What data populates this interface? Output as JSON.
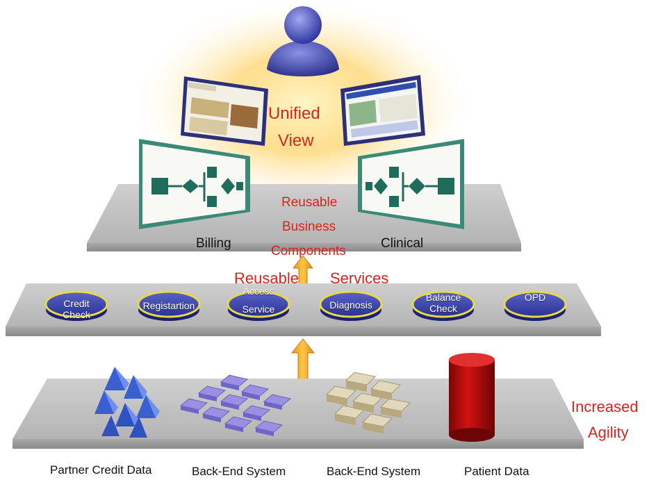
{
  "user_layer": {
    "label_line1": "Unified",
    "label_line2": "View"
  },
  "business_layer": {
    "label_line1": "Reusable",
    "label_line2": "Business",
    "label_line3": "Components",
    "left_screen": "Billing",
    "right_screen": "Clinical"
  },
  "services_layer": {
    "label_left": "Reusable",
    "label_right": "Services",
    "services": [
      {
        "line1": "Credit",
        "line2": "Check"
      },
      {
        "line1": "Registartion",
        "line2": ""
      },
      {
        "line1": "Access",
        "line2": "Service"
      },
      {
        "line1": "Diagnosis",
        "line2": ""
      },
      {
        "line1": "Balance",
        "line2": "Check"
      },
      {
        "line1": "OPD",
        "line2": ""
      }
    ]
  },
  "data_layer": {
    "label_line1": "Increased",
    "label_line2": "Agility",
    "sources": [
      "Partner Credit Data",
      "Back-End System",
      "Back-End System",
      "Patient Data"
    ]
  },
  "colors": {
    "accent_red": "#d9241b",
    "arrow_orange": "#f2a51c",
    "service_blue": "#2e3aa0",
    "service_ring": "#e8d84a",
    "screen_green": "#1f6b5c",
    "platform_gray": "#c4c4c4"
  }
}
